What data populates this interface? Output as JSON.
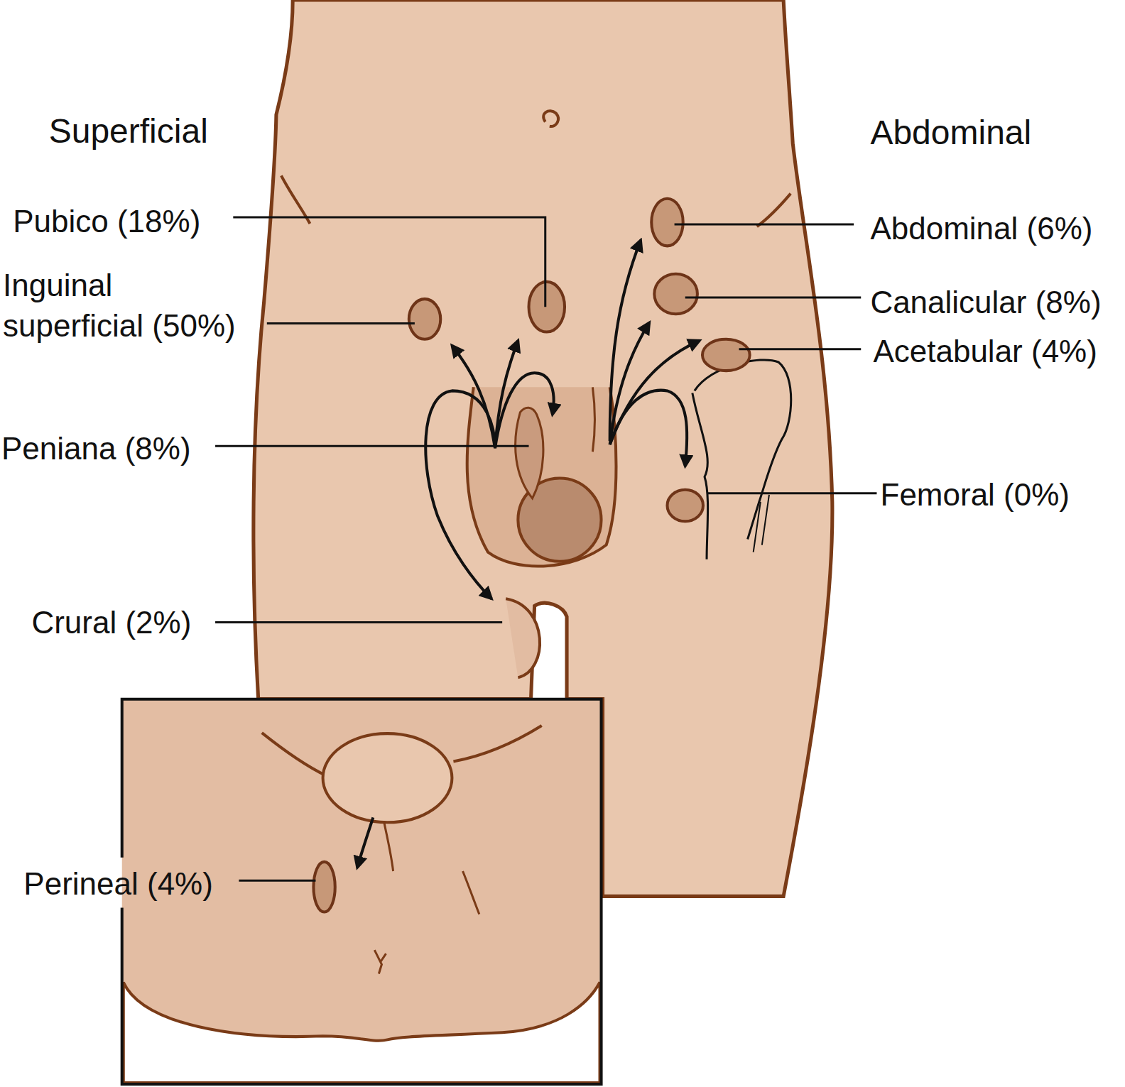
{
  "diagram": {
    "labels": [
      "Superficial",
      "Abdominal",
      "Pubico (18%)",
      "Inguinal superficial (50%)",
      "Peniana (8%)",
      "Crural (2%)",
      "Perineal (4%)",
      "Abdominal (6%)",
      "Canalicular (8%)",
      "Acetabular (4%)",
      "Femoral (0%)"
    ]
  }
}
